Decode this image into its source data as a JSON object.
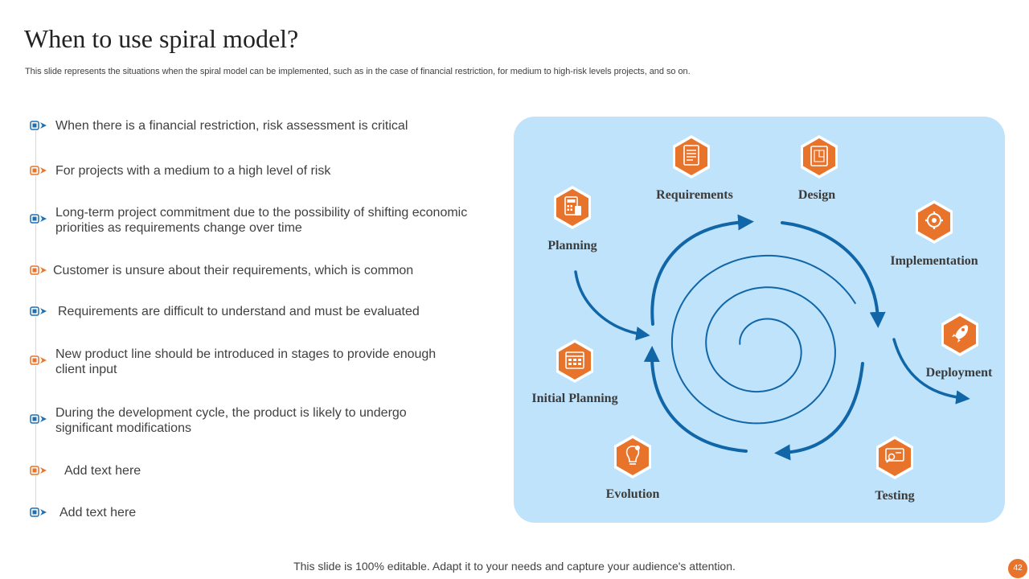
{
  "title": "When to use spiral model?",
  "subtitle": "This slide represents the situations when the spiral model can be implemented, such as in the case of financial restriction, for medium to high-risk levels projects, and so on.",
  "bullets": [
    {
      "text": "When there is a financial restriction, risk assessment is critical",
      "color": "#1f6fb2"
    },
    {
      "text": "For projects with a medium to a high level of risk",
      "color": "#e8732a"
    },
    {
      "text": "Long-term project commitment due to the possibility of shifting economic priorities as requirements change over time",
      "color": "#1f6fb2"
    },
    {
      "text": "Customer is unsure about their requirements, which is common",
      "color": "#e8732a"
    },
    {
      "text": "Requirements are difficult to understand and must be evaluated",
      "color": "#1f6fb2"
    },
    {
      "text": "New product line should be introduced in stages to provide enough client input",
      "color": "#e8732a"
    },
    {
      "text": "During the development cycle, the product is likely to undergo significant modifications",
      "color": "#1f6fb2"
    },
    {
      "text": "Add text here",
      "color": "#e8732a"
    },
    {
      "text": "Add text here",
      "color": "#1f6fb2"
    }
  ],
  "diagram": {
    "stages": [
      {
        "label": "Planning",
        "icon": "calculator-icon"
      },
      {
        "label": "Requirements",
        "icon": "document-icon"
      },
      {
        "label": "Design",
        "icon": "blueprint-icon"
      },
      {
        "label": "Implementation",
        "icon": "gear-brain-icon"
      },
      {
        "label": "Deployment",
        "icon": "rocket-icon"
      },
      {
        "label": "Testing",
        "icon": "monitor-test-icon"
      },
      {
        "label": "Evolution",
        "icon": "lightbulb-icon"
      },
      {
        "label": "Initial Planning",
        "icon": "calendar-icon"
      }
    ],
    "colors": {
      "panel": "#bee3fb",
      "arrow": "#1166a8",
      "icon_fill": "#e8732a"
    }
  },
  "footer": "This slide is 100% editable. Adapt it to your needs and capture your audience's attention.",
  "page_number": "42"
}
